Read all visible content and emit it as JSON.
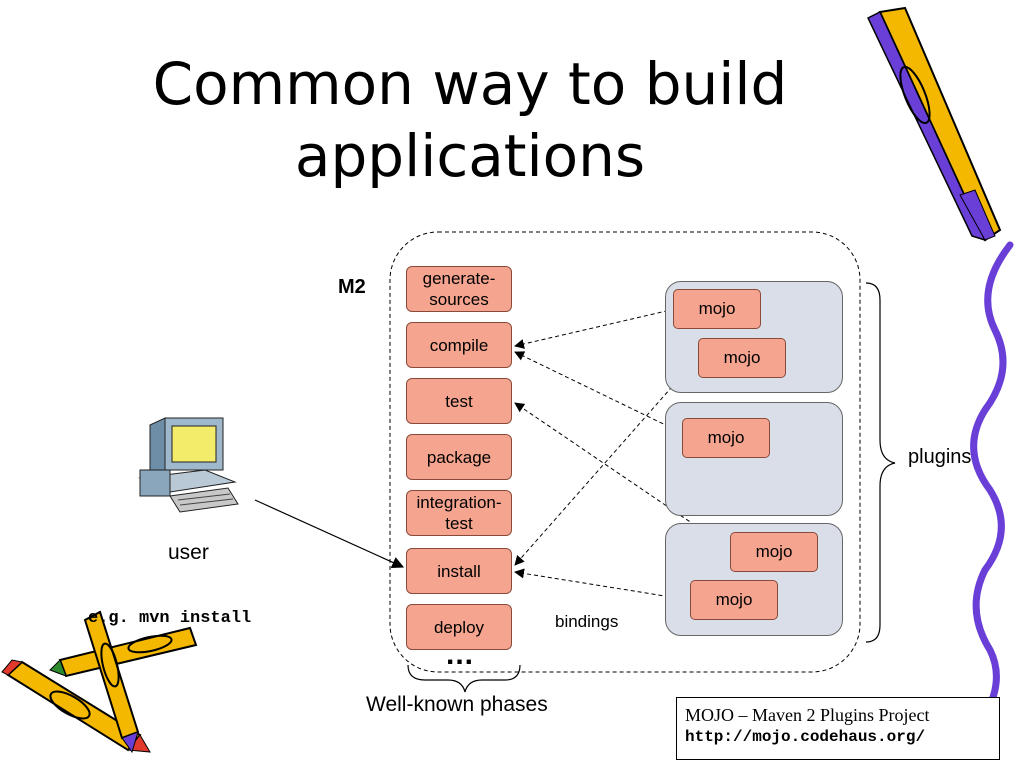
{
  "title_line1": "Common way to build",
  "title_line2": "applications",
  "m2_label": "M2",
  "phases": [
    "generate-\nsources",
    "compile",
    "test",
    "package",
    "integration-\ntest",
    "install",
    "deploy"
  ],
  "ellipsis": "...",
  "phases_caption": "Well-known phases",
  "user_label": "user",
  "command": "e.g. mvn install",
  "mojo_label": "mojo",
  "plugins_label": "plugins",
  "bindings_label": "bindings",
  "reference": {
    "line1": "MOJO – Maven 2 Plugins Project",
    "line2": "http://mojo.codehaus.org/"
  },
  "colors": {
    "phase_fill": "#f5a58f",
    "plugin_fill": "#d9dee9",
    "pencil_body": "#f5b800",
    "pencil_accent": "#6a3fd8"
  }
}
